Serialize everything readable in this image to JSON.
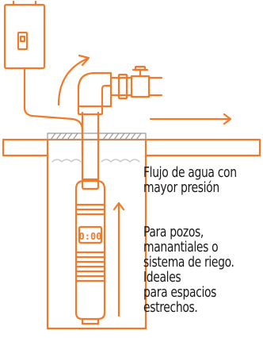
{
  "colors": {
    "stroke": "#f07a2a",
    "text": "#1a1a1a",
    "ground_hatch": "#9a9a9a",
    "water": "#c8c8c8"
  },
  "pump": {
    "display_text": "0:00"
  },
  "captions": {
    "flow_lines": [
      "Flujo de agua con",
      "mayor presión"
    ],
    "use_lines": [
      "Para pozos,",
      "manantiales o",
      "sistema de riego.",
      "Ideales",
      "para espacios",
      "estrechos."
    ]
  }
}
